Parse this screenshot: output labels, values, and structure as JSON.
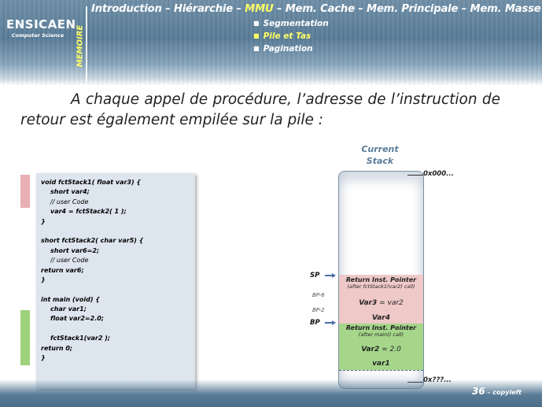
{
  "header": {
    "logo_title": "ENSICAEN",
    "logo_subtitle": "Computer Science",
    "section": "MEMOIRE",
    "nav": [
      {
        "label": "Introduction",
        "active": false
      },
      {
        "label": "Hiérarchie",
        "active": false
      },
      {
        "label": "MMU",
        "active": true
      },
      {
        "label": "Mem. Cache",
        "active": false
      },
      {
        "label": "Mem. Principale",
        "active": false
      },
      {
        "label": "Mem. Masse",
        "active": false
      }
    ],
    "separator": " – ",
    "subitems": [
      {
        "label": "Segmentation",
        "active": false
      },
      {
        "label": "Pile et Tas",
        "active": true
      },
      {
        "label": "Pagination",
        "active": false
      }
    ]
  },
  "paragraph": "A chaque appel de procédure, l’adresse de l’instruction de retour est également empilée sur la pile :",
  "code": [
    {
      "text": "void fctStack1( float var3) {",
      "bold": true,
      "indent": 0
    },
    {
      "text": "short var4;",
      "bold": true,
      "indent": 1
    },
    {
      "text": "// user Code",
      "bold": false,
      "indent": 1
    },
    {
      "text": "var4 = fctStack2( 1 );",
      "bold": true,
      "indent": 1
    },
    {
      "text": "}",
      "bold": true,
      "indent": 0
    },
    {
      "text": "",
      "bold": false,
      "indent": 0
    },
    {
      "text": "short fctStack2( char var5) {",
      "bold": true,
      "indent": 0
    },
    {
      "text": "short var6=2;",
      "bold": true,
      "indent": 1
    },
    {
      "text": "// user Code",
      "bold": false,
      "indent": 1
    },
    {
      "text": "return var6;",
      "bold": true,
      "indent": 0
    },
    {
      "text": "}",
      "bold": true,
      "indent": 0
    },
    {
      "text": "",
      "bold": false,
      "indent": 0
    },
    {
      "text": "int main (void) {",
      "bold": true,
      "indent": 0
    },
    {
      "text": "char var1;",
      "bold": true,
      "indent": 1
    },
    {
      "text": "float var2=2.0;",
      "bold": true,
      "indent": 1
    },
    {
      "text": "",
      "bold": false,
      "indent": 0
    },
    {
      "text": "fctStack1(var2 );",
      "bold": true,
      "indent": 1
    },
    {
      "text": "return 0;",
      "bold": true,
      "indent": 0
    },
    {
      "text": "}",
      "bold": true,
      "indent": 0
    }
  ],
  "code_tail": "}",
  "stack": {
    "title_line1": "Current",
    "title_line2": "Stack",
    "addr_top": "0x000...",
    "addr_bottom": "0x???...",
    "sp_label": "SP",
    "bp_label": "BP",
    "bp_minus6": "BP-6",
    "bp_minus2": "BP-2",
    "ret1_title": "Return Inst. Pointer",
    "ret1_sub": "(after fctStack1(var2) call)",
    "var3_name": "Var3",
    "var3_val": " = var2",
    "var4_name": "Var4",
    "ret2_title": "Return Inst. Pointer",
    "ret2_sub": "(after main() call)",
    "var2_name": "Var2",
    "var2_val": " = 2.0",
    "var1_name": "var1"
  },
  "colors": {
    "header_bg": "#5a7c97",
    "active_yellow": "#ffff66",
    "pink_cell": "#efc8c8",
    "green_cell": "#a5d68a",
    "code_bg": "#dde5ee",
    "arrow_blue": "#4a6fa5"
  },
  "footer": {
    "page": "36",
    "sep": " – ",
    "note": "copyleft"
  }
}
